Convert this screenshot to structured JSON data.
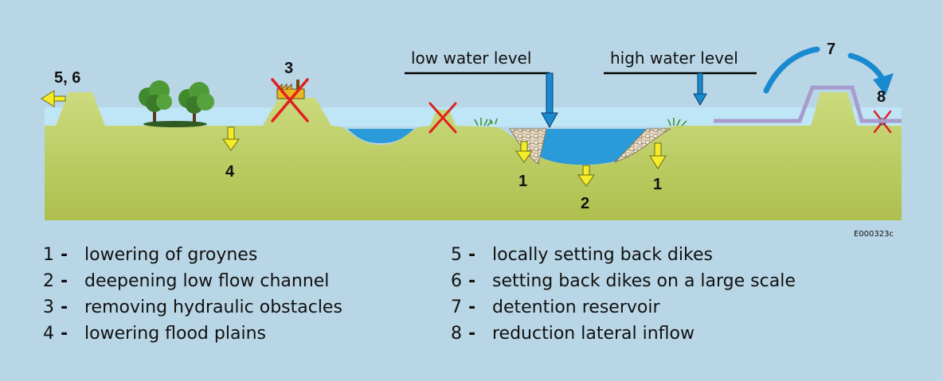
{
  "labels": {
    "low_water": "low water level",
    "high_water": "high water level",
    "n56": "5, 6",
    "n3": "3",
    "n4": "4",
    "n1a": "1",
    "n2": "2",
    "n1b": "1",
    "n7": "7",
    "n8": "8",
    "code": "E000323c"
  },
  "legend": {
    "left": [
      {
        "num": "1",
        "dash": "-",
        "text": "lowering of groynes"
      },
      {
        "num": "2",
        "dash": "-",
        "text": "deepening low flow channel"
      },
      {
        "num": "3",
        "dash": "-",
        "text": "removing hydraulic obstacles"
      },
      {
        "num": "4",
        "dash": "-",
        "text": "lowering flood plains"
      }
    ],
    "right": [
      {
        "num": "5",
        "dash": "-",
        "text": "locally setting back dikes"
      },
      {
        "num": "6",
        "dash": "-",
        "text": "setting back dikes on a large scale"
      },
      {
        "num": "7",
        "dash": "-",
        "text": "detention reservoir"
      },
      {
        "num": "8",
        "dash": "-",
        "text": "reduction lateral inflow"
      }
    ]
  },
  "colors": {
    "background": "#b9d6e6",
    "ground": "#c8d878",
    "sky_band": "#bfe6f6",
    "water": "#2a9ad8",
    "arrow_yellow": "#f4ec2a",
    "cross_red": "#e02020",
    "reservoir_line": "#a89ccc",
    "arrow_blue": "#1a8ad0"
  }
}
